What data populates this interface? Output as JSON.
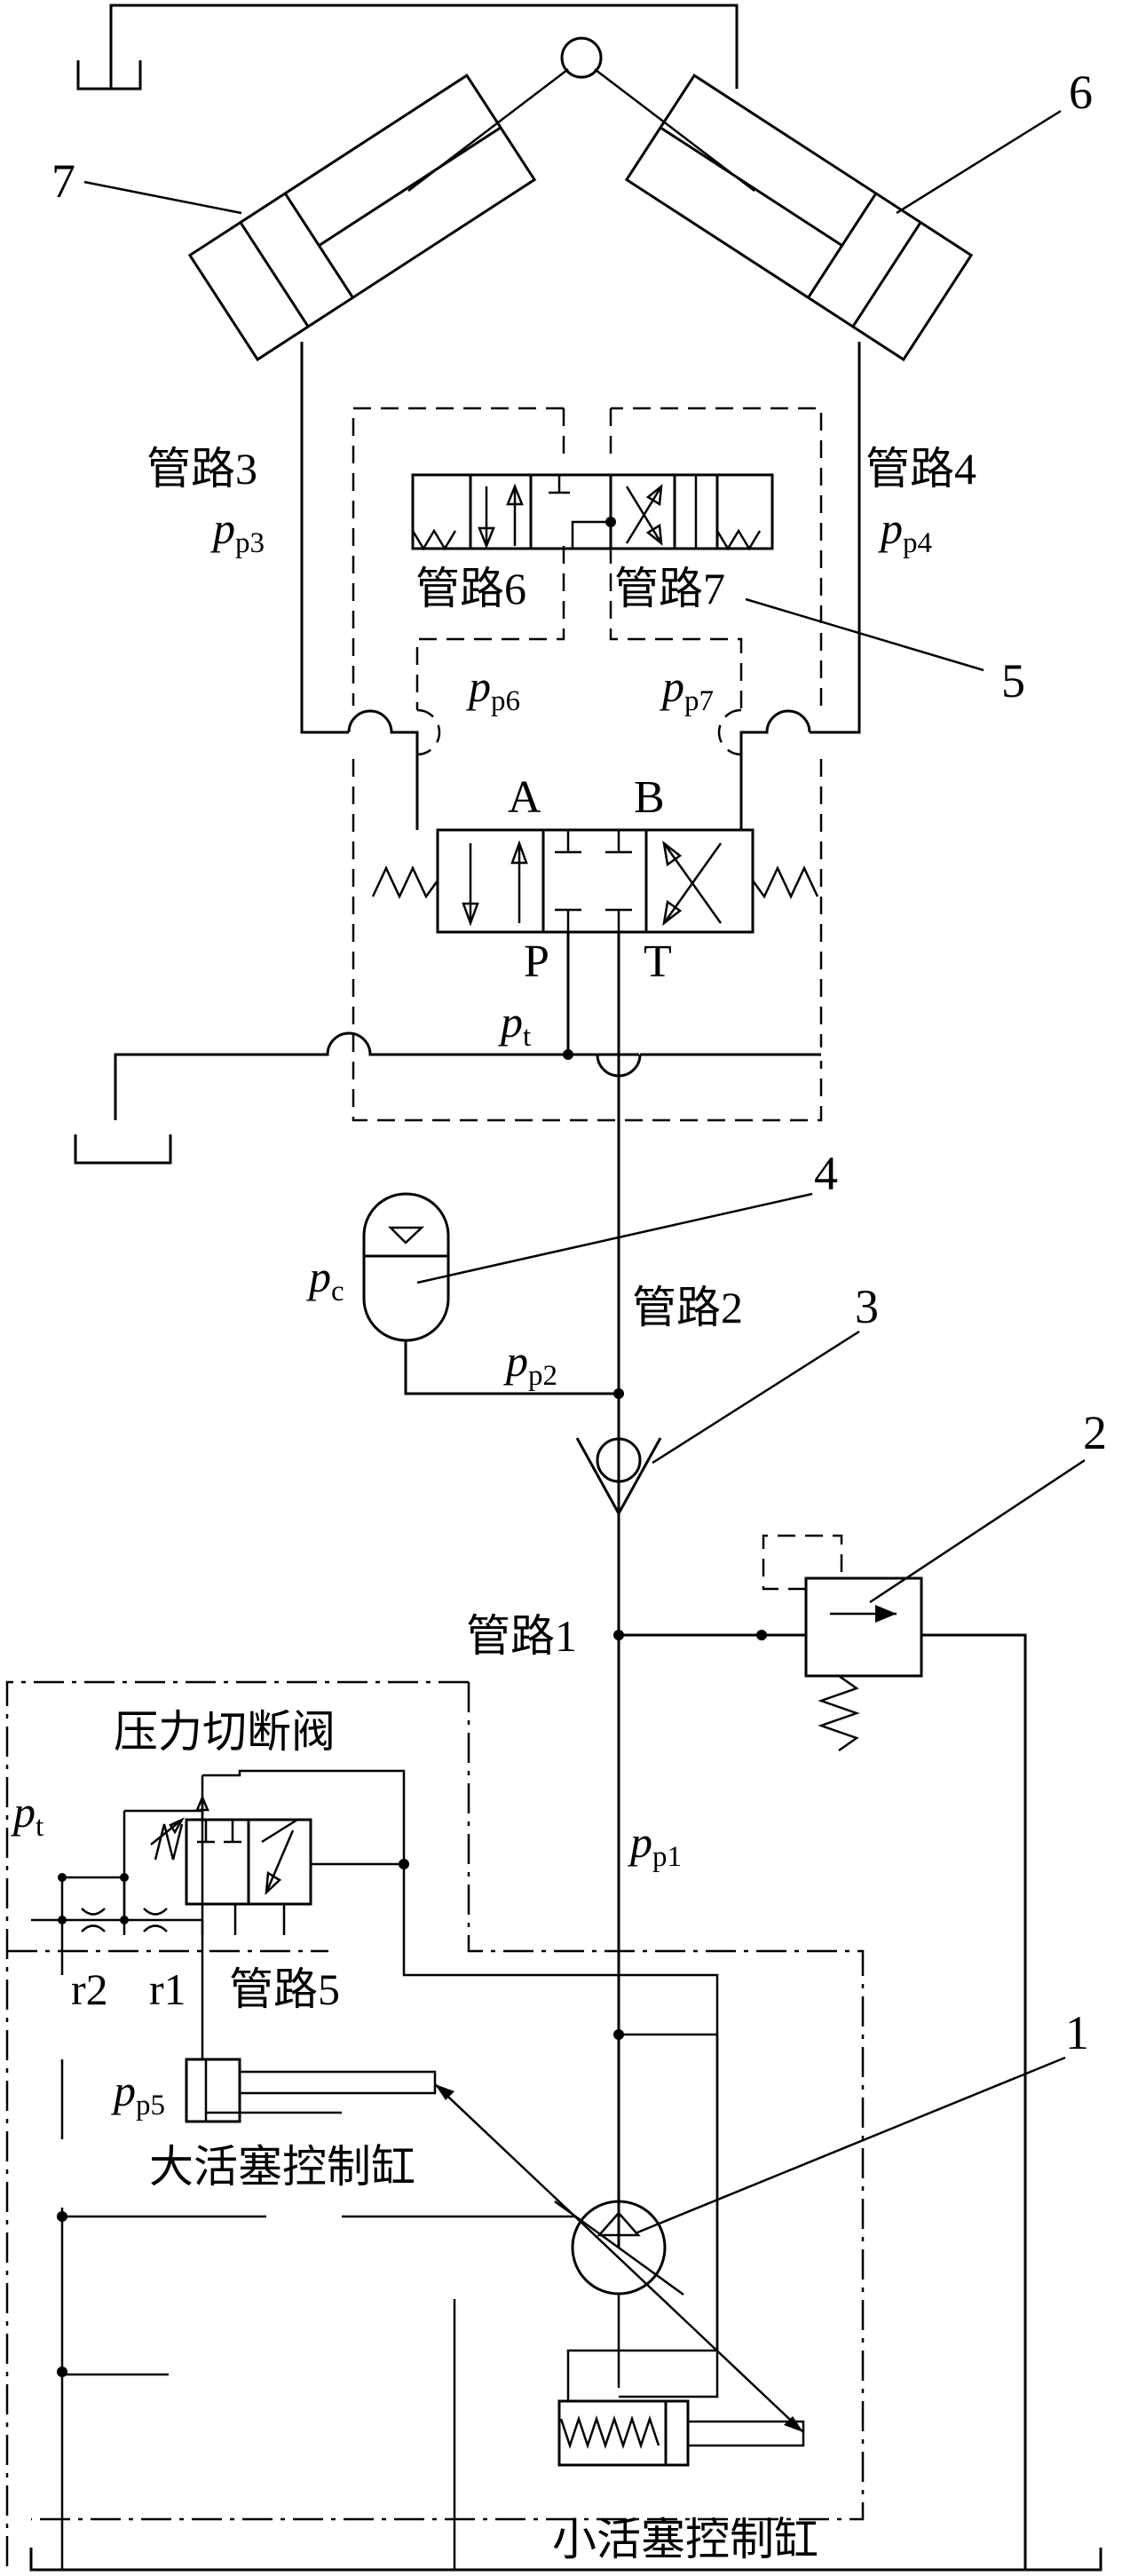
{
  "components": {
    "pump": "1",
    "relief_valve": "2",
    "check_valve": "3",
    "accumulator": "4",
    "valve_block": "5",
    "actuator_right": "6",
    "actuator_left": "7"
  },
  "pipes": {
    "p1": "管路1",
    "p2": "管路2",
    "p3": "管路3",
    "p4": "管路4",
    "p5": "管路5",
    "p6": "管路6",
    "p7": "管路7"
  },
  "pressures": {
    "pp1": {
      "main": "p",
      "sub": "p1"
    },
    "pp2": {
      "main": "p",
      "sub": "p2"
    },
    "pp3": {
      "main": "p",
      "sub": "p3"
    },
    "pp4": {
      "main": "p",
      "sub": "p4"
    },
    "pp5": {
      "main": "p",
      "sub": "p5"
    },
    "pp6": {
      "main": "p",
      "sub": "p6"
    },
    "pp7": {
      "main": "p",
      "sub": "p7"
    },
    "pt_top": {
      "main": "p",
      "sub": "t"
    },
    "pt_left": {
      "main": "p",
      "sub": "t"
    },
    "pc": {
      "main": "p",
      "sub": "c"
    }
  },
  "ports": {
    "a": "A",
    "b": "B",
    "p": "P",
    "t": "T"
  },
  "orifices": {
    "r1": "r1",
    "r2": "r2"
  },
  "labels": {
    "pressure_cutoff_valve": "压力切断阀",
    "large_piston_cylinder": "大活塞控制缸",
    "small_piston_cylinder": "小活塞控制缸"
  }
}
